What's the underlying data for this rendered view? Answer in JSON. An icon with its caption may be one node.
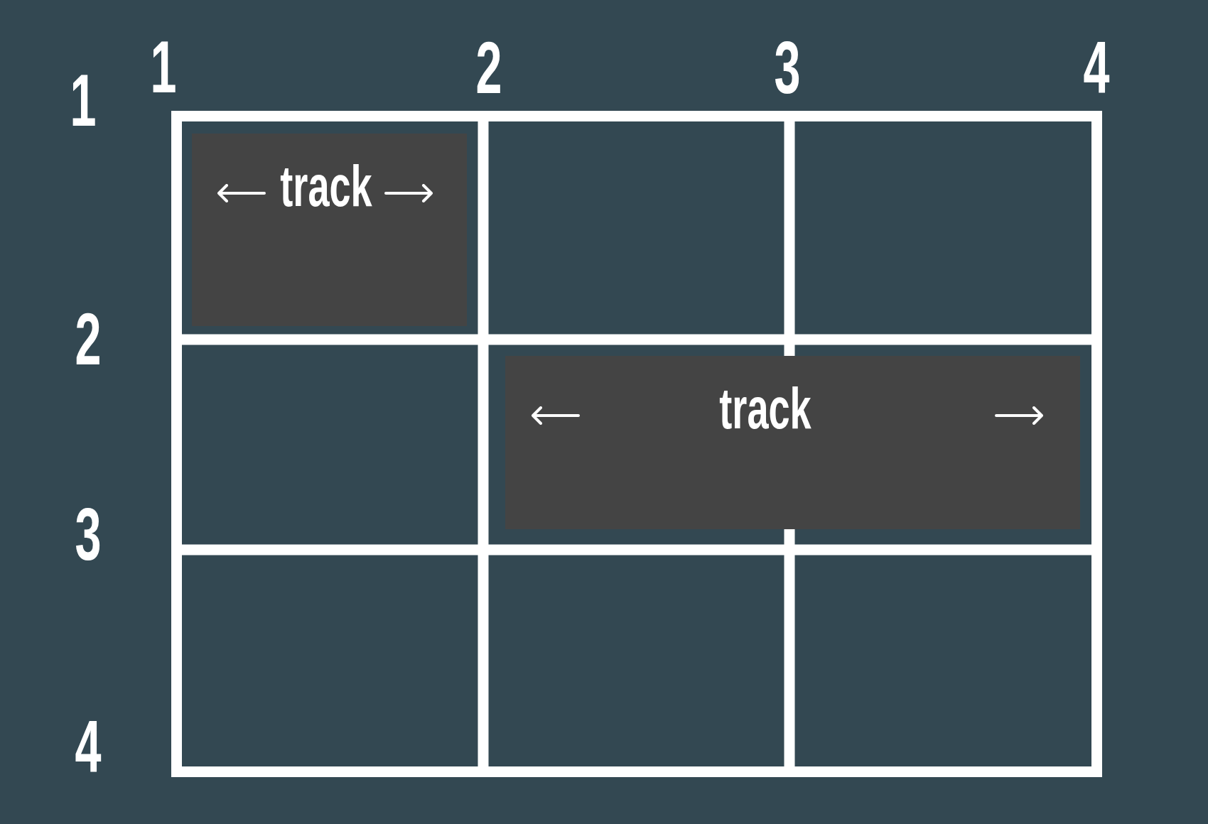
{
  "diagram": {
    "nodes": [
      {
        "text": [
          "track"
        ]
      },
      {
        "text": [
          "track"
        ]
      }
    ],
    "labels": [
      "1",
      "2",
      "3",
      "4",
      "1",
      "2",
      "3",
      "4"
    ]
  }
}
